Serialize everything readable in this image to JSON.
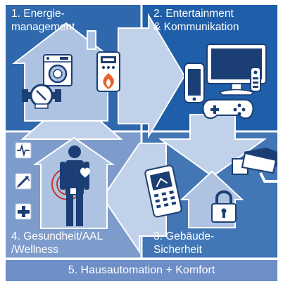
{
  "quadrants": {
    "energy": {
      "number": "1.",
      "line1": "Energie-",
      "line2": "management"
    },
    "entertainment": {
      "number": "2.",
      "line1": "Entertainment",
      "line2": "& Kommunikation"
    },
    "security": {
      "number": "3.",
      "line1": "Gebäude-",
      "line2": "Sicherheit"
    },
    "health": {
      "number": "4.",
      "line1": "Gesundheit/AAL",
      "line2": "/Wellness"
    }
  },
  "band": {
    "label": "5. Hausautomation + Komfort"
  },
  "colors": {
    "frame": "#ffffff",
    "q1": "#2f68ad",
    "q2": "#1f5ea8",
    "q3": "#4276b4",
    "q4": "#7d9bcb",
    "band": "#6d8ec6",
    "arrow": "#c2d1ea",
    "house": "#aec3e2",
    "icon_dark": "#1b3f75"
  },
  "icons": [
    "house-icon",
    "washing-machine-icon",
    "gas-meter-icon",
    "water-meter-icon",
    "flame-icon",
    "smartphone-icon",
    "monitor-icon",
    "remote-control-icon",
    "gamepad-icon",
    "security-camera-icon",
    "mobile-phone-icon",
    "padlock-icon",
    "ecg-icon",
    "syringe-icon",
    "cross-icon",
    "person-icon",
    "heart-icon",
    "signal-waves-icon"
  ]
}
